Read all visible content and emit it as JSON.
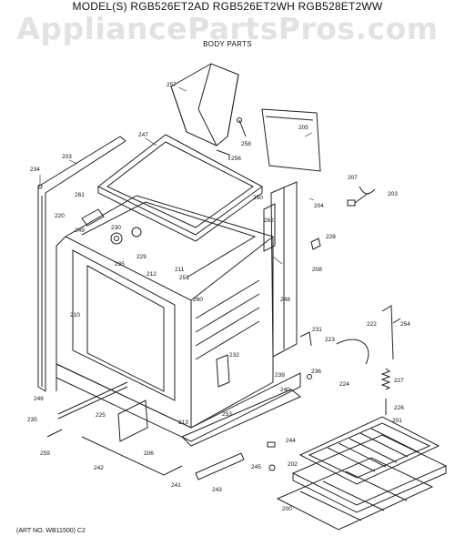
{
  "header": {
    "models": "MODEL(S) RGB526ET2AD  RGB526ET2WH  RGB528ET2WW",
    "watermark": "AppliancePartsPros.com",
    "section": "BODY PARTS"
  },
  "footer": {
    "art_no": "(ART NO. WB11500) C2"
  },
  "callouts": [
    {
      "id": "c257",
      "label": "257"
    },
    {
      "id": "c205",
      "label": "205"
    },
    {
      "id": "c247",
      "label": "247"
    },
    {
      "id": "c258",
      "label": "258"
    },
    {
      "id": "c203a",
      "label": "203"
    },
    {
      "id": "c256",
      "label": "256"
    },
    {
      "id": "c234",
      "label": "234"
    },
    {
      "id": "c207",
      "label": "207"
    },
    {
      "id": "c203b",
      "label": "203"
    },
    {
      "id": "c261",
      "label": "261"
    },
    {
      "id": "c250",
      "label": "250"
    },
    {
      "id": "c204",
      "label": "204"
    },
    {
      "id": "c220",
      "label": "220"
    },
    {
      "id": "c262",
      "label": "262"
    },
    {
      "id": "c249",
      "label": "249"
    },
    {
      "id": "c230",
      "label": "230"
    },
    {
      "id": "c228",
      "label": "228"
    },
    {
      "id": "c229",
      "label": "229"
    },
    {
      "id": "c235a",
      "label": "235"
    },
    {
      "id": "c211",
      "label": "211"
    },
    {
      "id": "c208",
      "label": "208"
    },
    {
      "id": "c212",
      "label": "212"
    },
    {
      "id": "c251",
      "label": "251"
    },
    {
      "id": "c260",
      "label": "260"
    },
    {
      "id": "c248",
      "label": "248"
    },
    {
      "id": "c210",
      "label": "210"
    },
    {
      "id": "c231",
      "label": "231"
    },
    {
      "id": "c222",
      "label": "222"
    },
    {
      "id": "c254",
      "label": "254"
    },
    {
      "id": "c223",
      "label": "223"
    },
    {
      "id": "c232",
      "label": "232"
    },
    {
      "id": "c224",
      "label": "224"
    },
    {
      "id": "c239",
      "label": "239"
    },
    {
      "id": "c236",
      "label": "236"
    },
    {
      "id": "c227",
      "label": "227"
    },
    {
      "id": "c240",
      "label": "240"
    },
    {
      "id": "c246",
      "label": "246"
    },
    {
      "id": "c226",
      "label": "226"
    },
    {
      "id": "c225",
      "label": "225"
    },
    {
      "id": "c235b",
      "label": "235"
    },
    {
      "id": "c253",
      "label": "253"
    },
    {
      "id": "c213",
      "label": "213"
    },
    {
      "id": "c201",
      "label": "201"
    },
    {
      "id": "c244",
      "label": "244"
    },
    {
      "id": "c259",
      "label": "259"
    },
    {
      "id": "c206",
      "label": "206"
    },
    {
      "id": "c242",
      "label": "242"
    },
    {
      "id": "c241",
      "label": "241"
    },
    {
      "id": "c245",
      "label": "245"
    },
    {
      "id": "c202",
      "label": "202"
    },
    {
      "id": "c243",
      "label": "243"
    },
    {
      "id": "c200",
      "label": "200"
    }
  ]
}
